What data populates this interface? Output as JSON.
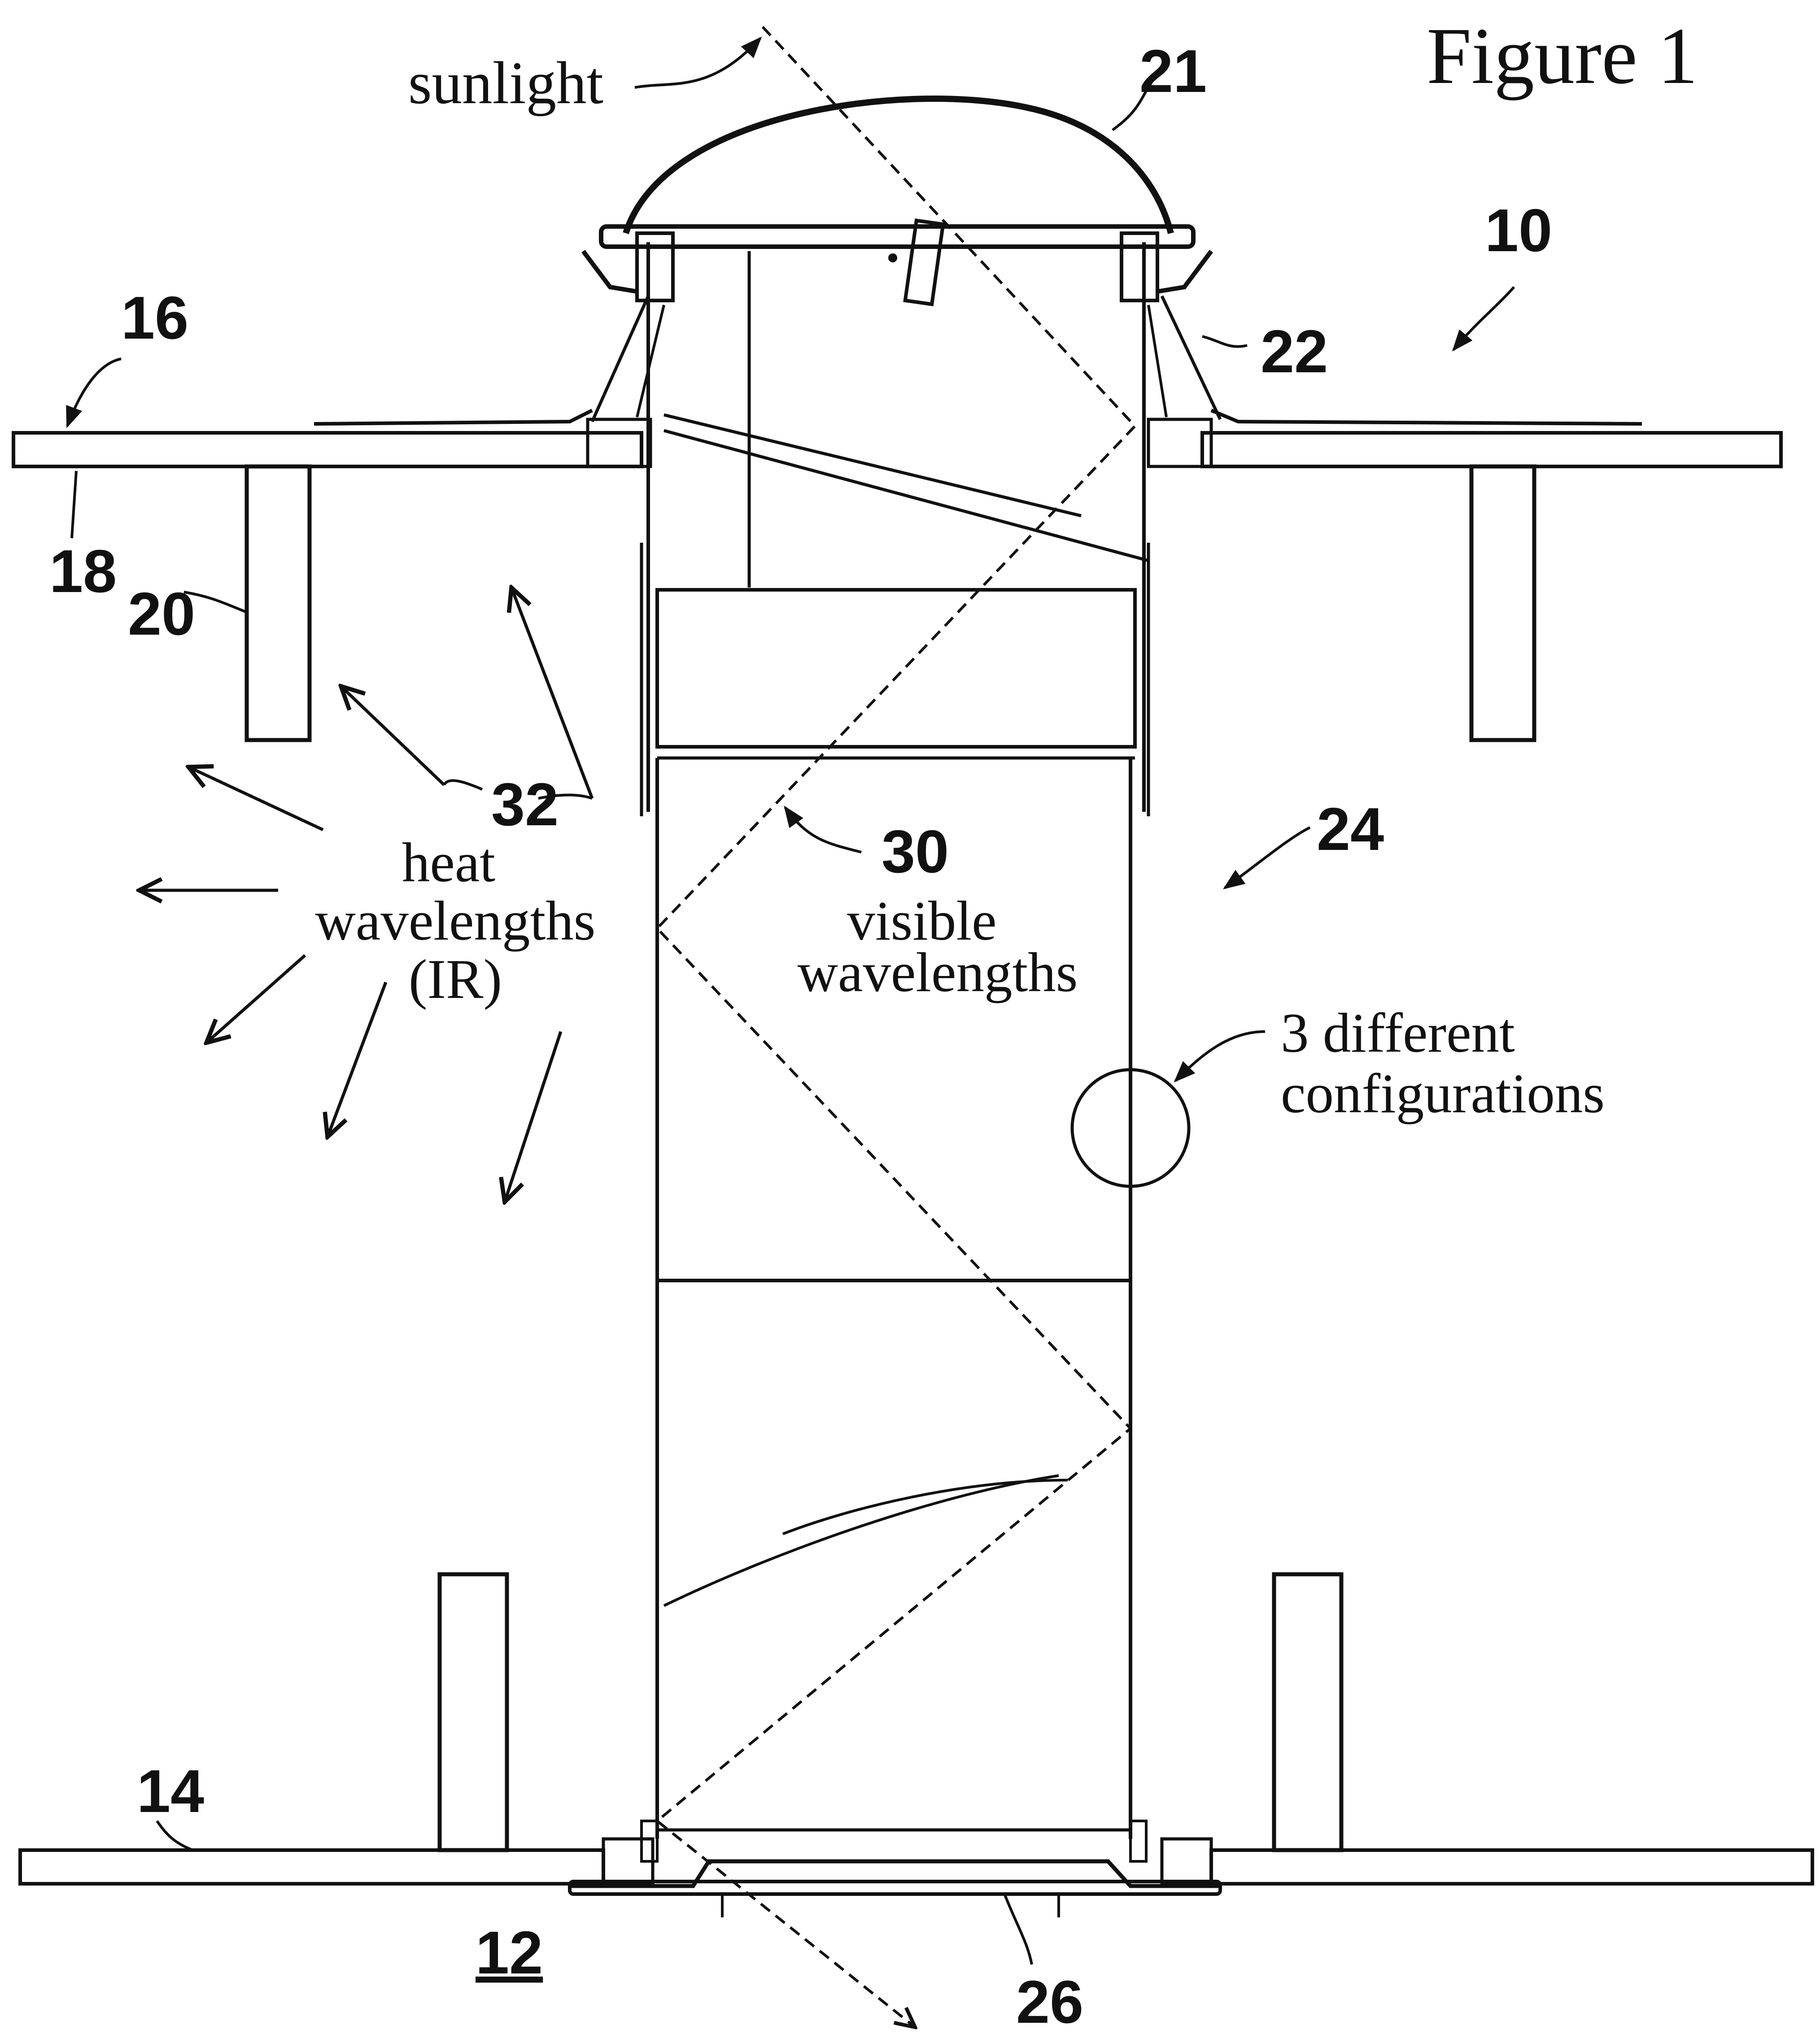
{
  "figure": {
    "title": "Figure 1"
  },
  "labels": {
    "sunlight": "sunlight",
    "heat_line1": "heat",
    "heat_line2": "wavelengths",
    "heat_line3": "(IR)",
    "visible_line1": "visible",
    "visible_line2": "wavelengths",
    "config_line1": "3 different",
    "config_line2": "configurations"
  },
  "reference_numerals": {
    "assembly": "10",
    "room": "12",
    "ceiling": "14",
    "roof": "16",
    "roof_underside": "18",
    "rafter": "20",
    "dome": "21",
    "flashing": "22",
    "tube": "24",
    "diffuser": "26",
    "visible_ray": "30",
    "heat_rays": "32"
  }
}
